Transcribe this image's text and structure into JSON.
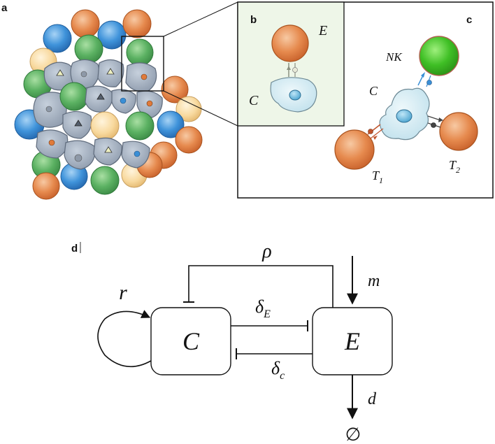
{
  "panels": {
    "a": {
      "label": "a"
    },
    "b": {
      "label": "b",
      "effector": "E",
      "cancer": "C"
    },
    "c": {
      "label": "c",
      "nk": "NK",
      "cancer": "C",
      "t1": "T",
      "t1_sub": "1",
      "t2": "T",
      "t2_sub": "2"
    },
    "d": {
      "label": "d"
    }
  },
  "diagram": {
    "cancer_node": "C",
    "effector_node": "E",
    "growth": "r",
    "recruit": "ρ",
    "source": "m",
    "kill_E": "δ",
    "kill_E_sub": "E",
    "kill_C": "δ",
    "kill_C_sub": "c",
    "death": "d",
    "empty_set": "∅"
  },
  "colors": {
    "cancer_fill": "#a8b4c4",
    "cancer_cell_light": "#d8eef6",
    "effector_orange": "#e07a3a",
    "nk_green": "#3fbb2a",
    "blue_cell": "#3a8fd6",
    "green_cell": "#4aa35a",
    "yellow_cell": "#f6d9a0",
    "panel_b_bg": "#eef6e8"
  }
}
